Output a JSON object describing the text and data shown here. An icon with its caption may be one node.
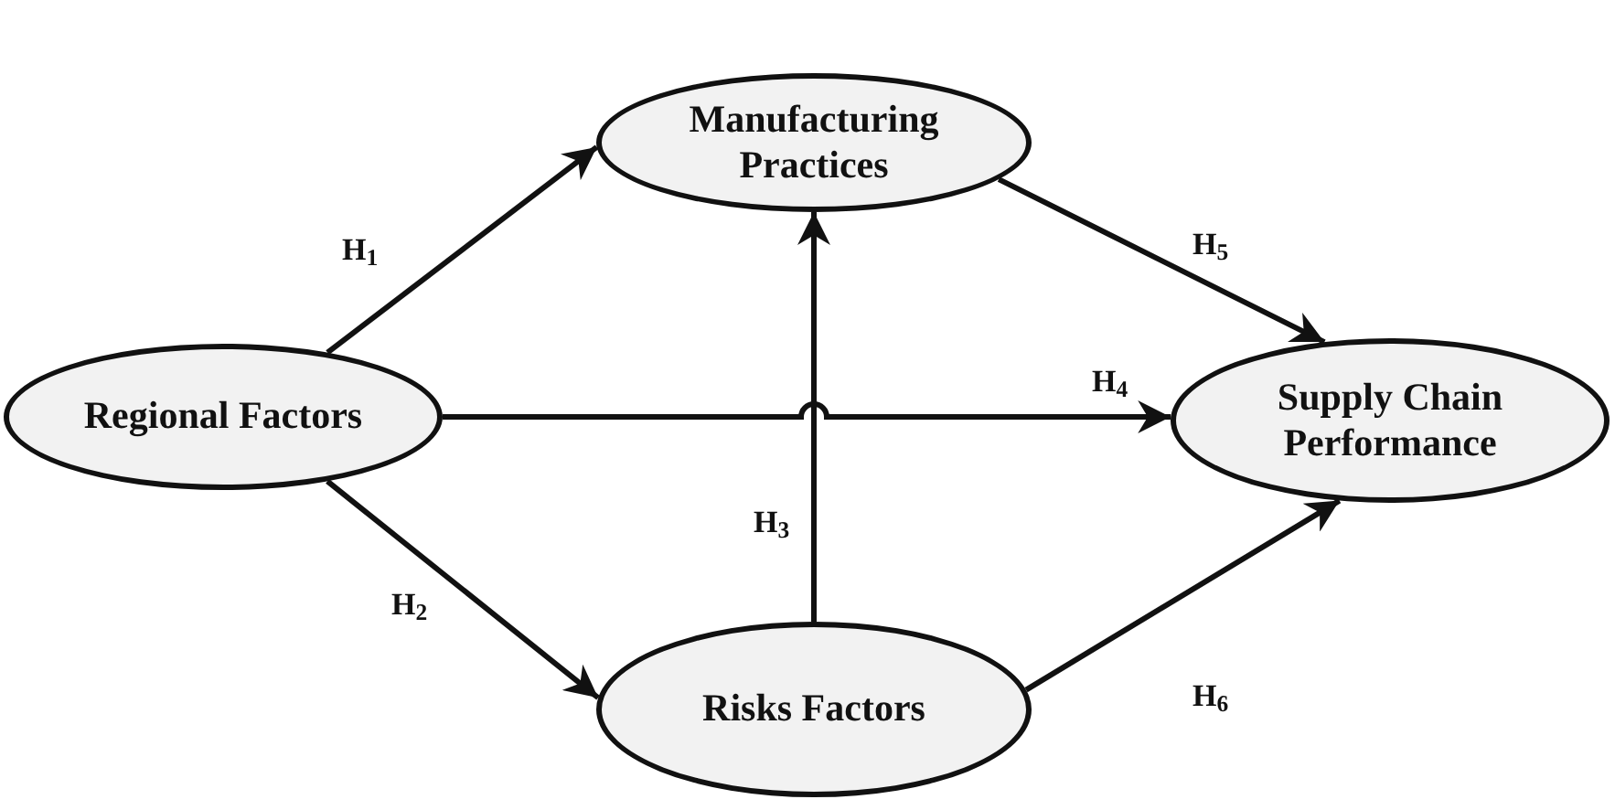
{
  "diagram": {
    "nodes": [
      {
        "text": [
          "Manufacturing Practices"
        ]
      },
      {
        "text": [
          "Regional Factors"
        ]
      },
      {
        "text": [
          "Supply Chain Performance"
        ]
      },
      {
        "text": [
          "Risks Factors"
        ]
      }
    ],
    "edges": [
      {
        "from": 1,
        "to": 0,
        "arrow": "to",
        "label": "H$_{1}$"
      },
      {
        "from": 1,
        "to": 3,
        "arrow": "to",
        "label": "H$_{2}$"
      },
      {
        "from": 3,
        "to": 0,
        "arrow": "to",
        "label": "H$_{3}$"
      },
      {
        "from": 1,
        "to": 2,
        "arrow": "to",
        "label": "H$_{4}$"
      },
      {
        "from": 0,
        "to": 2,
        "arrow": "to",
        "label": "H$_{5}$"
      },
      {
        "from": 3,
        "to": 2,
        "arrow": "to",
        "label": "H$_{6}$"
      }
    ]
  }
}
